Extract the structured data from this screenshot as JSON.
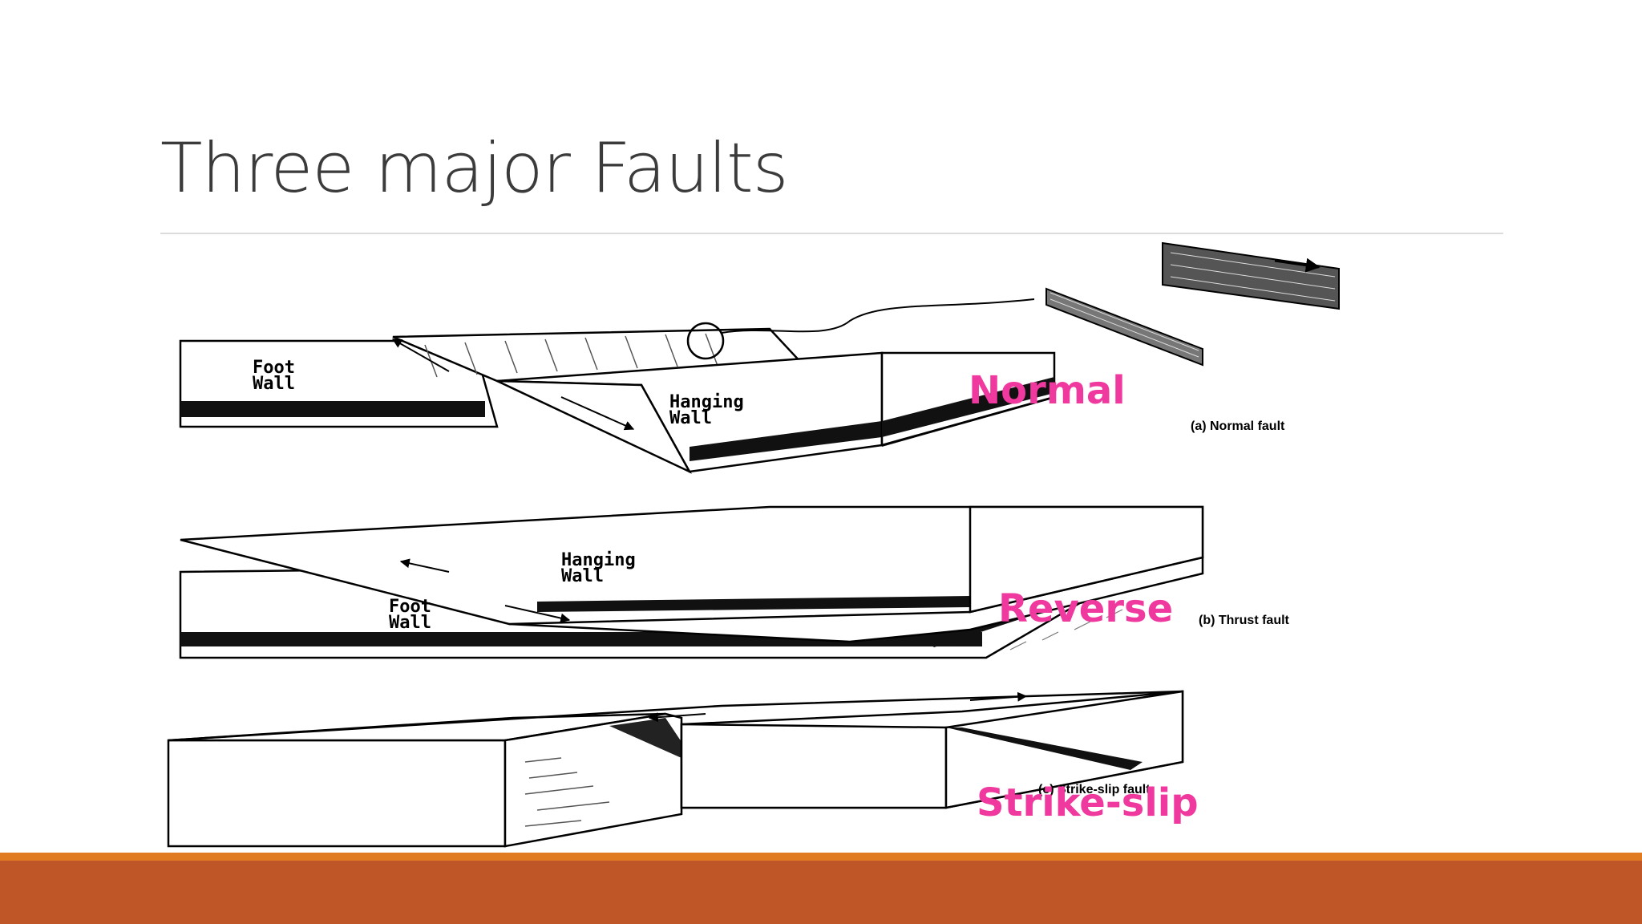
{
  "slide": {
    "title": "Three major Faults"
  },
  "figure": {
    "normal": {
      "foot_wall": [
        "Foot",
        "Wall"
      ],
      "hanging_wall": [
        "Hanging",
        "Wall"
      ],
      "caption": "(a) Normal fault",
      "label": "Normal"
    },
    "reverse": {
      "hanging_wall": [
        "Hanging",
        "Wall"
      ],
      "foot_wall": [
        "Foot",
        "Wall"
      ],
      "caption": "(b) Thrust fault",
      "label": "Reverse"
    },
    "strike_slip": {
      "caption": "(c) Strike-slip fault",
      "label": "Strike-slip"
    },
    "colors": {
      "label": "#f0399e",
      "footer_orange": "#e07b22",
      "footer_rust": "#bf5628"
    }
  }
}
